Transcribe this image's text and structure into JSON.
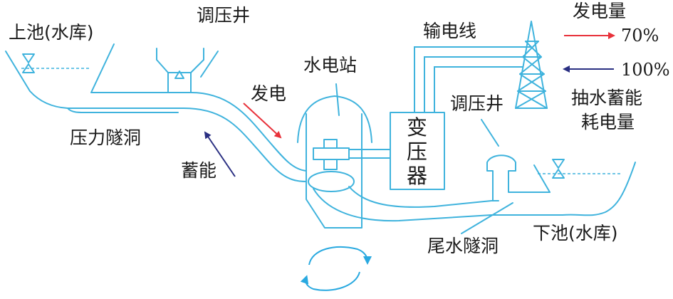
{
  "labels": {
    "upper_reservoir": "上池(水库)",
    "surge_tank_top": "调压井",
    "pressure_tunnel": "压力隧洞",
    "storage": "蓄能",
    "generate": "发电",
    "power_station": "水电站",
    "transmission_line": "输电线",
    "transformer": [
      "变",
      "压",
      "器"
    ],
    "surge_tank_right": "调压井",
    "tailwater_tunnel": "尾水隧洞",
    "lower_reservoir": "下池(水库)",
    "generation_title": "发电量",
    "generation_pct": "70%",
    "pumping_pct": "100%",
    "pumping_line1": "抽水蓄能",
    "pumping_line2": "耗电量"
  },
  "colors": {
    "pipe": "#3fb3dd",
    "generate_arrow": "#e8313a",
    "storage_arrow": "#2a2f82",
    "cycle_arrow": "#29a9e0",
    "text": "#1a1a1a"
  },
  "icons": [
    "water-level-icon",
    "water-level-icon",
    "transmission-tower-icon",
    "cycle-arrows-icon"
  ]
}
